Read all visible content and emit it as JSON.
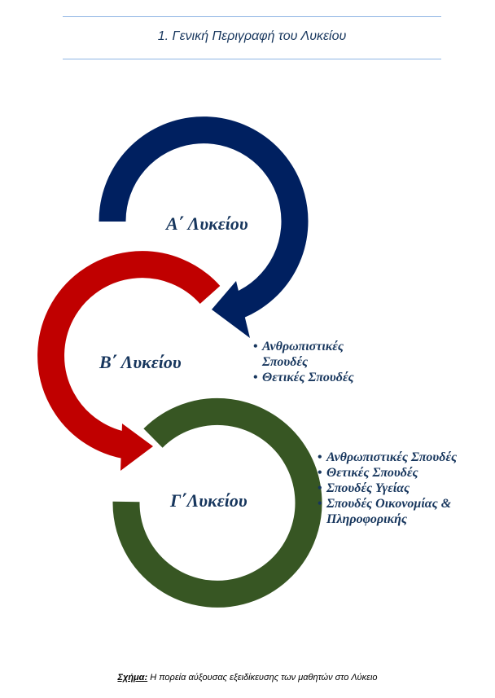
{
  "header": {
    "title": "1. Γενική Περιγραφή του Λυκείου"
  },
  "diagram": {
    "colors": {
      "a": "#002060",
      "b": "#c00000",
      "c": "#375623"
    },
    "stages": [
      {
        "label": "Α΄ Λυκείου",
        "items": []
      },
      {
        "label": "Β΄ Λυκείου",
        "items": [
          "Ανθρωπιστικές Σπουδές",
          "Θετικές Σπουδές"
        ]
      },
      {
        "label": "Γ΄Λυκείου",
        "items": [
          "Ανθρωπιστικές Σπουδές",
          "Θετικές Σπουδές",
          "Σπουδές Υγείας",
          "Σπουδές Οικονομίας & Πληροφορικής"
        ]
      }
    ]
  },
  "caption": {
    "prefix": "Σχήμα:",
    "text": " Η πορεία αύξουσας εξειδίκευσης των μαθητών στο Λύκειο"
  }
}
